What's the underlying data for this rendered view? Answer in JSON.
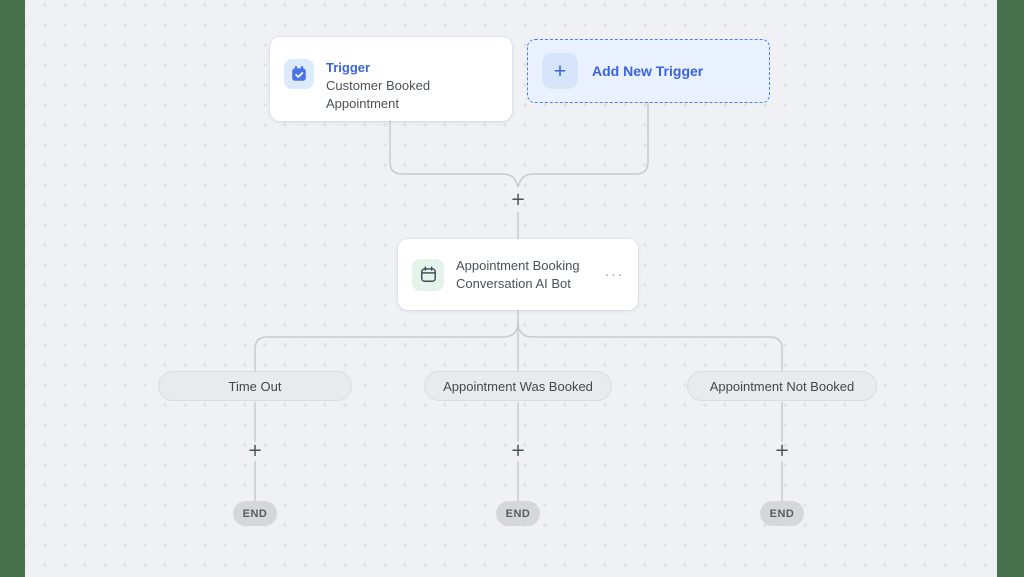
{
  "page": {
    "backdrop_color": "#47714d",
    "canvas_color": "#eff1f5",
    "dot_color": "#e3e2dd",
    "connector_color": "#c7cbd1",
    "accent_blue": "#3b63dd"
  },
  "trigger_card": {
    "label": "Trigger",
    "title": "Customer Booked Appointment",
    "icon": "calendar-check-icon"
  },
  "add_trigger": {
    "label": "Add New Trigger",
    "plus": "+",
    "icon": "plus-icon"
  },
  "merge_plus": "+",
  "action_card": {
    "title": "Appointment Booking Conversation AI Bot",
    "icon": "calendar-icon",
    "menu": "···"
  },
  "branches": [
    {
      "label": "Time Out",
      "plus": "+",
      "end_label": "END"
    },
    {
      "label": "Appointment Was Booked",
      "plus": "+",
      "end_label": "END"
    },
    {
      "label": "Appointment Not Booked",
      "plus": "+",
      "end_label": "END"
    }
  ]
}
